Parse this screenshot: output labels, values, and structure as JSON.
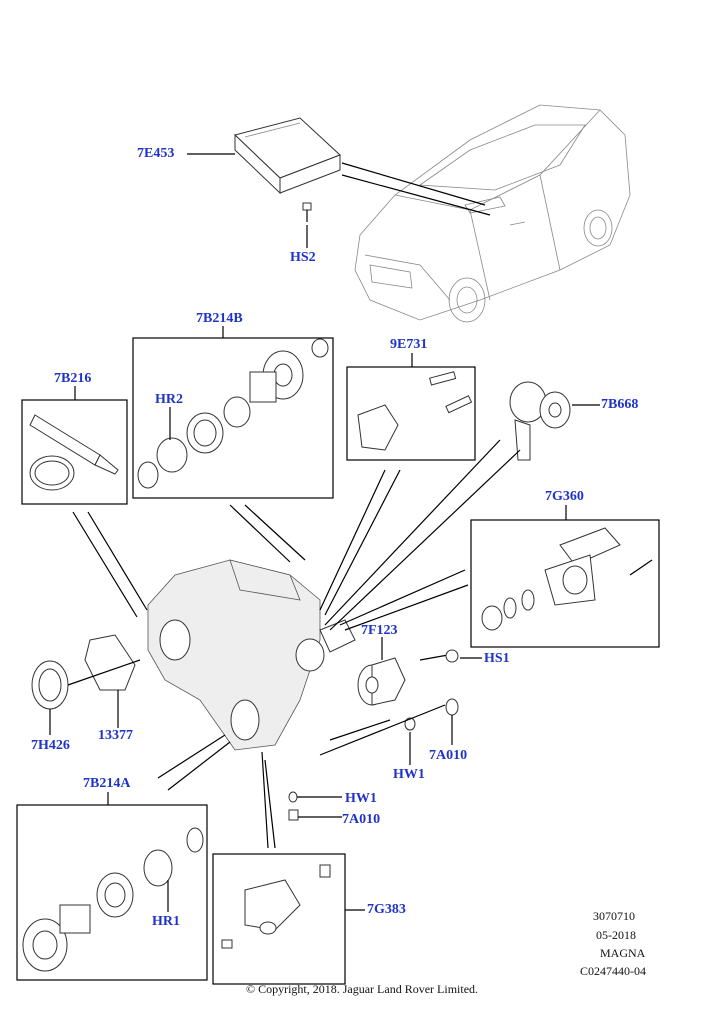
{
  "callouts": {
    "c7E453": "7E453",
    "cHS2": "HS2",
    "c7B214B": "7B214B",
    "c9E731": "9E731",
    "c7B216": "7B216",
    "cHR2": "HR2",
    "c7B668": "7B668",
    "c7G360": "7G360",
    "c7F123": "7F123",
    "cHS1": "HS1",
    "c7H426": "7H426",
    "c13377": "13377",
    "cHW1a": "HW1",
    "c7A010a": "7A010",
    "c7B214A": "7B214A",
    "cHW1b": "HW1",
    "c7A010b": "7A010",
    "cHR1": "HR1",
    "c7G383": "7G383"
  },
  "meta": {
    "ref": "3070710",
    "date": "05-2018",
    "supplier": "MAGNA",
    "code": "C0247440-04"
  },
  "copyright": "© Copyright, 2018. Jaguar Land Rover Limited.",
  "colors": {
    "callout": "#1f33c8",
    "line": "#000000"
  }
}
